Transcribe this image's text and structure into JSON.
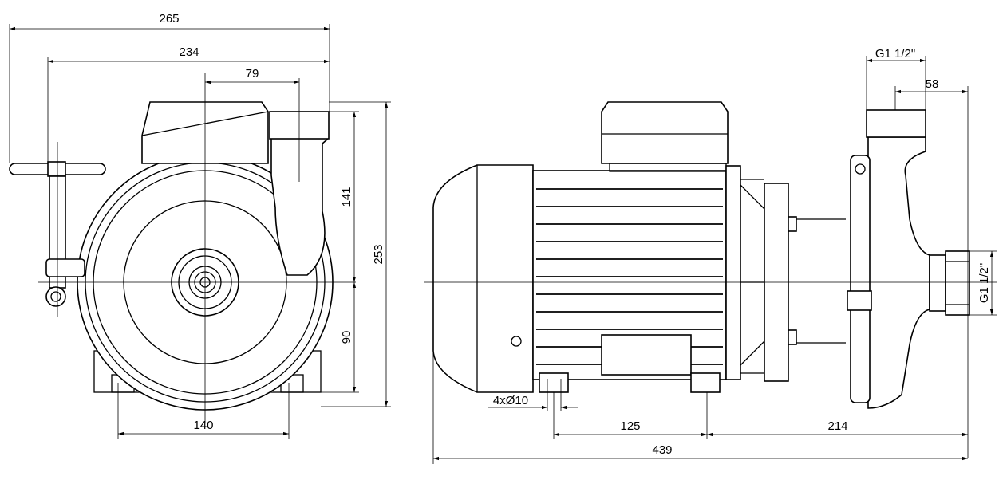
{
  "dimensions": {
    "front_total_width": "265",
    "front_handle_width": "234",
    "front_outlet_offset": "79",
    "front_upper_height": "141",
    "front_total_height": "253",
    "front_shaft_height": "90",
    "front_foot_spacing": "140",
    "side_outlet_thread": "G1 1/2\"",
    "side_outlet_offset": "58",
    "side_inlet_thread": "G1 1/2\"",
    "side_mount_holes": "4xØ10",
    "side_foot_spacing": "125",
    "side_foot_to_inlet": "214",
    "side_total_length": "439"
  }
}
